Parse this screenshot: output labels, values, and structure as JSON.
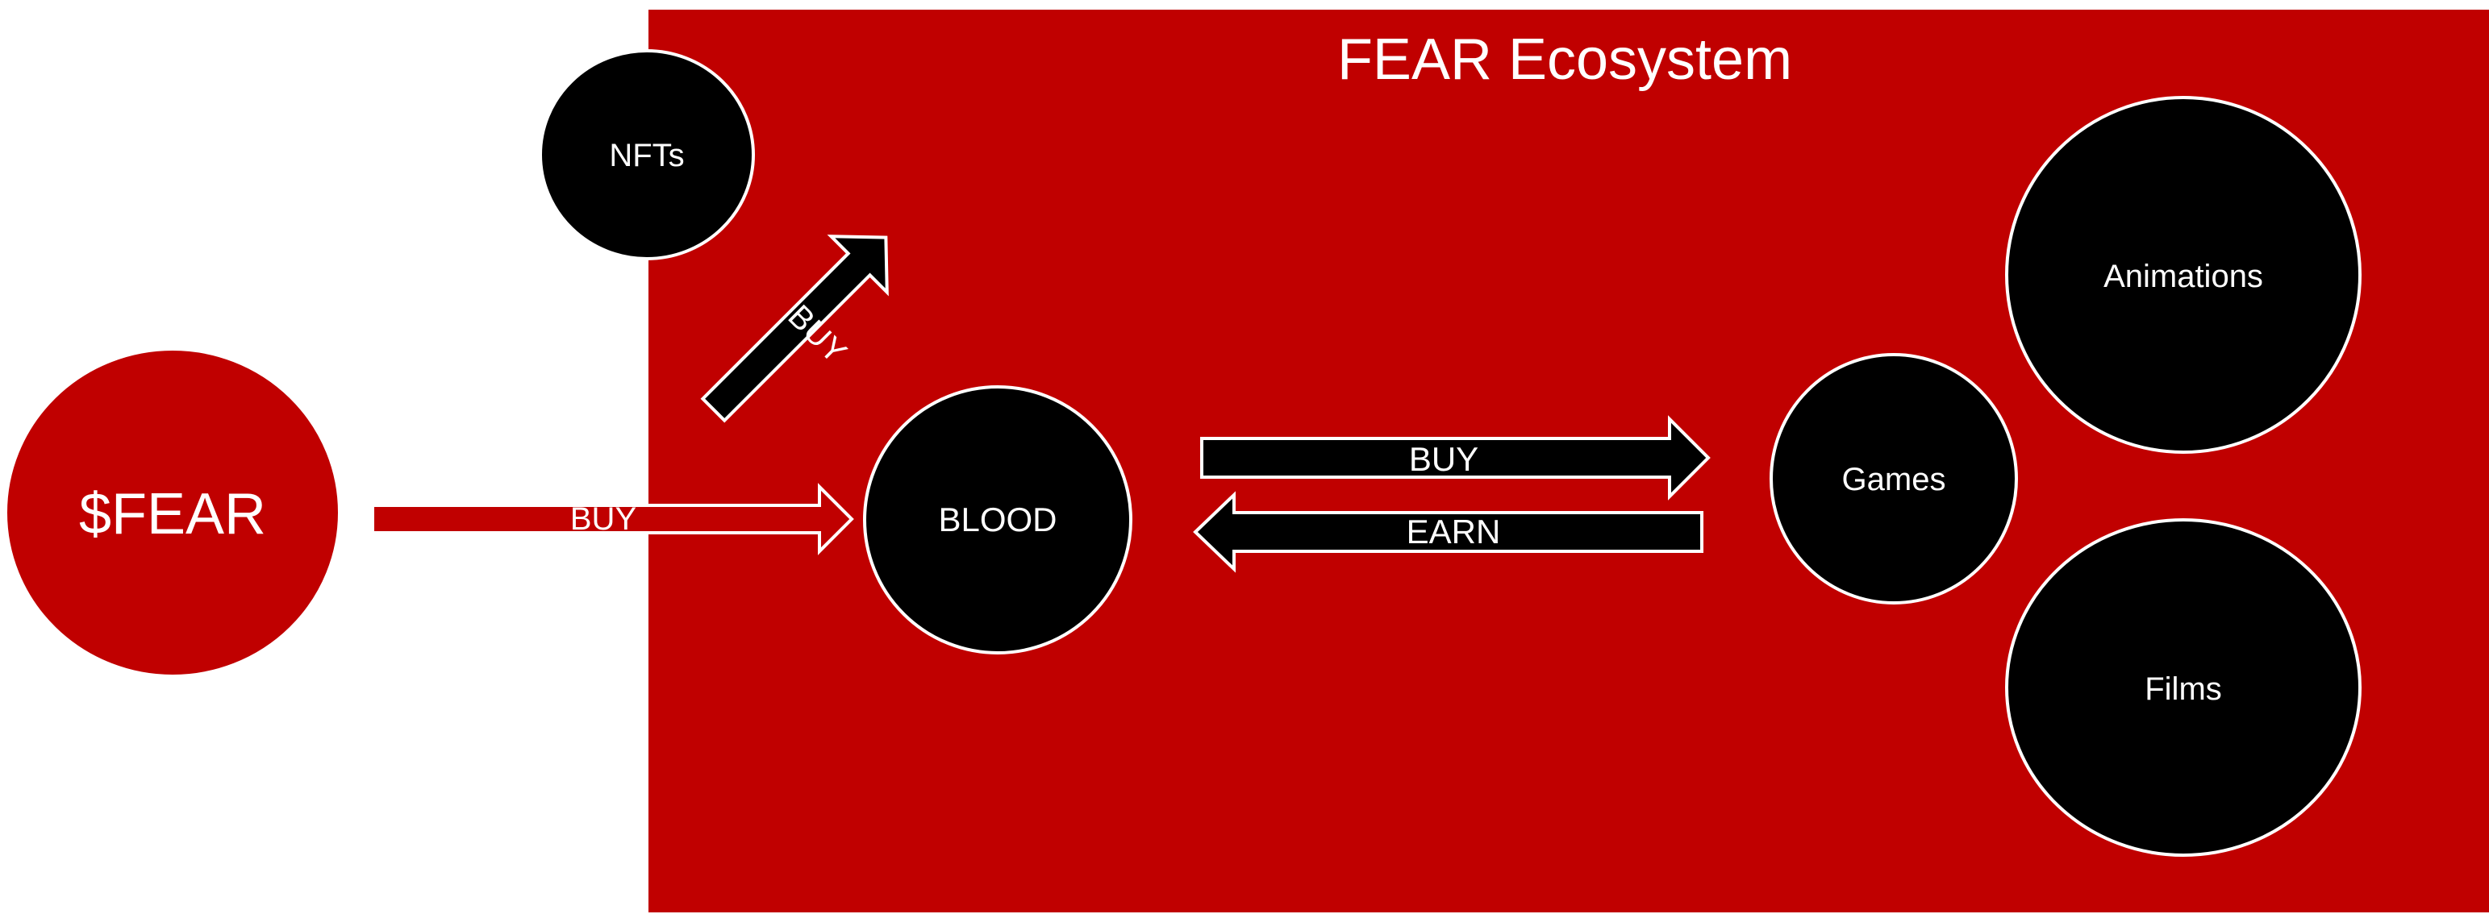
{
  "title": "FEAR Ecosystem",
  "nodes": {
    "fear": "$FEAR",
    "nfts": "NFTs",
    "blood": "BLOOD",
    "games": "Games",
    "animations": "Animations",
    "films": "Films"
  },
  "edges": {
    "fear_to_blood": "BUY",
    "blood_to_nfts": "BUY",
    "blood_to_games": "BUY",
    "games_to_blood": "EARN"
  },
  "colors": {
    "ecosystem_bg": "#c00000",
    "node_black": "#000000",
    "node_red": "#c00000",
    "stroke_white": "#ffffff",
    "text_white": "#ffffff"
  }
}
